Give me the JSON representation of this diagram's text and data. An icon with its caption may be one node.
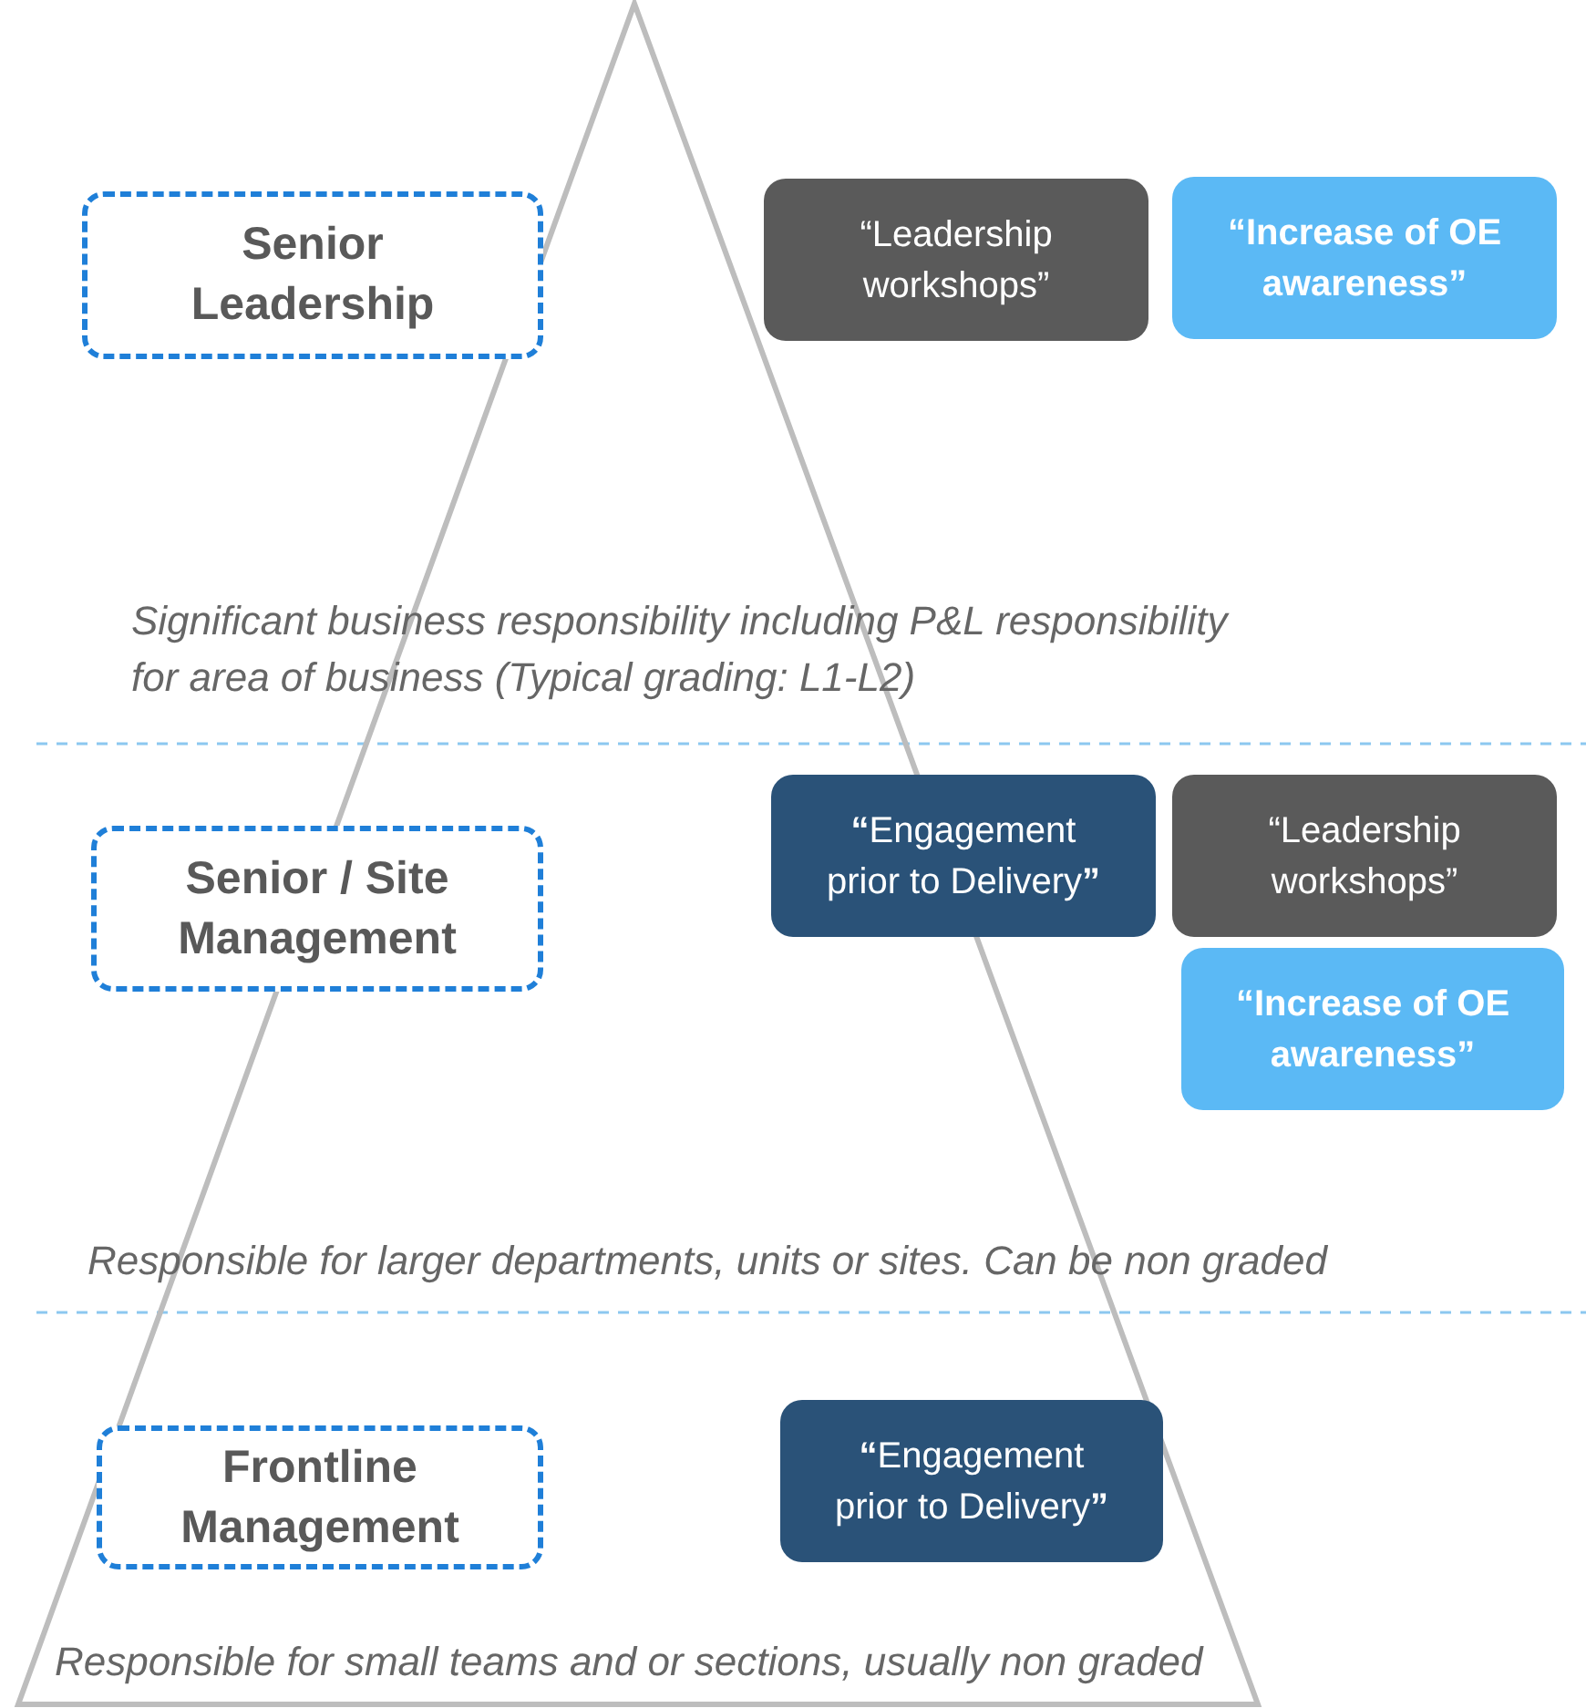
{
  "diagram": {
    "nodes": [
      {
        "text": [
          "Senior Leadership"
        ]
      },
      {
        "text": [
          "“Leadership workshops”"
        ]
      },
      {
        "text": [
          "“Increase of OE awareness”"
        ]
      },
      {
        "text": [
          "Senior / Site Management"
        ]
      },
      {
        "text": [
          "**“**Engagement prior to Delivery**”**"
        ]
      },
      {
        "text": [
          "“Leadership workshops”"
        ]
      },
      {
        "text": [
          "“Increase of OE awareness”"
        ]
      },
      {
        "text": [
          "Frontline Management"
        ]
      },
      {
        "text": [
          "**“**Engagement prior to Delivery**”**"
        ]
      }
    ],
    "labels": [
      "Significant business responsibility including P&L responsibility for area of business (Typical grading: L1-L2)",
      "Responsible for larger departments, units or sites. Can be non graded",
      "Responsible for small teams and or sections, usually non graded"
    ]
  }
}
